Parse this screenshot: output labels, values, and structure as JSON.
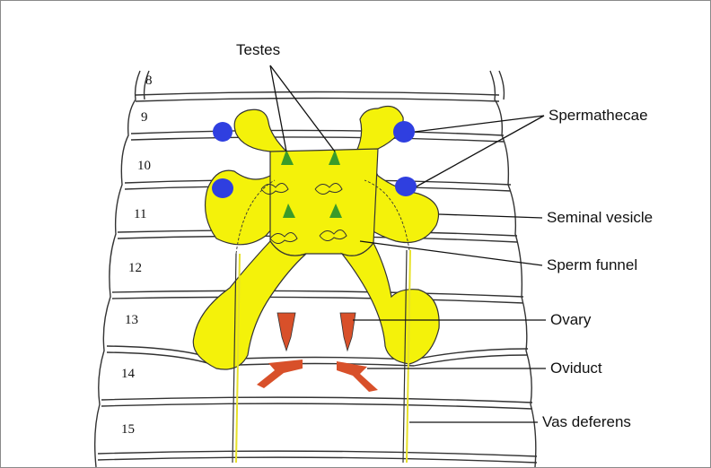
{
  "labels": {
    "testes": "Testes",
    "spermathecae": "Spermathecae",
    "seminal_vesicle": "Seminal vesicle",
    "sperm_funnel": "Sperm funnel",
    "ovary": "Ovary",
    "oviduct": "Oviduct",
    "vas_deferens": "Vas deferens"
  },
  "segments": [
    "8",
    "9",
    "10",
    "11",
    "12",
    "13",
    "14",
    "15"
  ],
  "colors": {
    "seminal_vesicle": "#f4f20a",
    "spermatheca": "#2f3fe0",
    "testis": "#3a9b2a",
    "ovary": "#d8502a",
    "oviduct": "#d8502a",
    "outline": "#333333"
  }
}
